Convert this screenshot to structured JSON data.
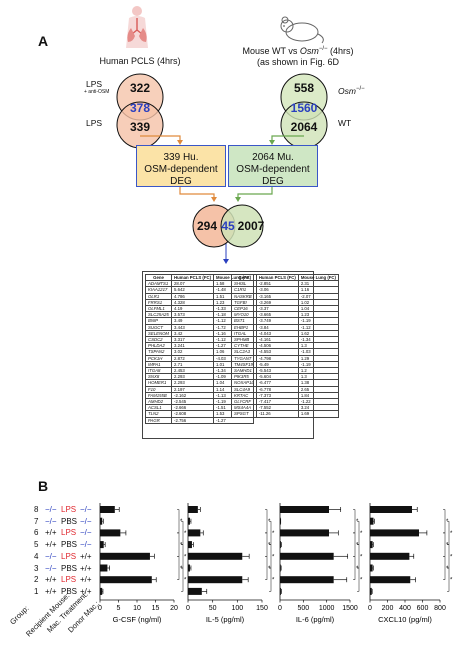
{
  "panel_a": {
    "label": "A",
    "human_title": "Human PCLS (4hrs)",
    "mouse_title_1": "Mouse WT vs ",
    "mouse_title_osm": "Osm",
    "mouse_title_sup": "−/−",
    "mouse_title_2": " (4hrs)",
    "mouse_title_line2": "(as shown in Fig. 6D",
    "human_venn": {
      "top": "322",
      "overlap": "378",
      "bottom": "339",
      "top_label": "LPS",
      "top_sub": "+ anti-OSM",
      "bottom_label": "LPS"
    },
    "mouse_venn": {
      "top": "558",
      "overlap": "1560",
      "bottom": "2064",
      "top_label": "Osm",
      "top_sup": "−/−",
      "bottom_label": "WT"
    },
    "box_human": {
      "line1": "339 Hu.",
      "line2": "OSM-dependent",
      "line3": "DEG"
    },
    "box_mouse": {
      "line1": "2064 Mu.",
      "line2": "OSM-dependent",
      "line3": "DEG"
    },
    "final_venn": {
      "left": "294",
      "overlap": "45",
      "right": "2007"
    },
    "table_headers": [
      "Gene",
      "Human PCLS (FC)",
      "Mouse Lung (FC)"
    ],
    "table_left": [
      [
        "ADAMTS1",
        "28.07",
        "1.58"
      ],
      [
        "KIAA1217",
        "5.642",
        "-1.48"
      ],
      [
        "OLR1",
        "4.786",
        "1.51"
      ],
      [
        "FRRS1",
        "4.328",
        "1.23"
      ],
      [
        "OLFML1",
        "4.19",
        "-1.33"
      ],
      [
        "SLC25A25",
        "3.573",
        "-1.18"
      ],
      [
        "BNIP",
        "3.49",
        "-1.12"
      ],
      [
        "SUGCT",
        "3.443",
        "-1.72"
      ],
      [
        "SELENOM",
        "3.42",
        "-1.16"
      ],
      [
        "CSDC2",
        "3.317",
        "-1.12"
      ],
      [
        "PHLDA2",
        "3.241",
        "-1.27"
      ],
      [
        "TSPAN2",
        "3.02",
        "1.06"
      ],
      [
        "PCK1H",
        "2.872",
        "-4.03"
      ],
      [
        "IMPA1",
        "2.71",
        "1.01"
      ],
      [
        "ITGA8",
        "2.453",
        "-1.34"
      ],
      [
        "SNX8",
        "2.293",
        "-1.09"
      ],
      [
        "HOMER1",
        "2.293",
        "1.04"
      ],
      [
        "F10",
        "2.197",
        "1.14"
      ],
      [
        "FAM155B",
        "-2.162",
        "-1.13"
      ],
      [
        "AMHD2",
        "-2.545",
        "-1.19"
      ],
      [
        "ACSL1",
        "-2.666",
        "-1.51"
      ],
      [
        "TLN2",
        "-2.608",
        "1.53"
      ],
      [
        "PAGR",
        "-2.756",
        "-1.27"
      ]
    ],
    "table_right": [
      [
        "SHISL",
        "-2.851",
        "2.31"
      ],
      [
        "C1RI1",
        "-3.06",
        "1.16"
      ],
      [
        "NASKRB",
        "-3.165",
        "-2.07"
      ],
      [
        "TGFBI",
        "-3.269",
        "1.02"
      ],
      [
        "CEP16",
        "-3.37",
        "1.04"
      ],
      [
        "MYO10",
        "-3.665",
        "1.23"
      ],
      [
        "BST1",
        "-3.749",
        "-1.19"
      ],
      [
        "EHBP1",
        "-3.84",
        "-1.12"
      ],
      [
        "ITGAL",
        "-4.043",
        "1.62"
      ],
      [
        "SPHMB",
        "-4.161",
        "-1.34"
      ],
      [
        "CYTHE",
        "-4.506",
        "1.3"
      ],
      [
        "SLC2A3",
        "-4.553",
        "-1.03"
      ],
      [
        "TYGANT",
        "-4.798",
        "1.29"
      ],
      [
        "TM4SF19",
        "-5.49",
        "-1.19"
      ],
      [
        "SAMHD1",
        "-5.543",
        "1.2"
      ],
      [
        "PIK3R5",
        "-5.604",
        "1.3"
      ],
      [
        "NOXAP1L",
        "-6.477",
        "1.38"
      ],
      [
        "SLC4A9",
        "-6.778",
        "2.65"
      ],
      [
        "KRTAC",
        "-7.373",
        "1.84"
      ],
      [
        "GLYCRF",
        "-7.417",
        "-1.22"
      ],
      [
        "MS4A4A",
        "-7.552",
        "3.24"
      ],
      [
        "SPSGT",
        "-11.26",
        "1.69"
      ]
    ]
  },
  "panel_b": {
    "label": "B",
    "row_labels": {
      "group": "Group:",
      "recipient": "Recipient Mouse:",
      "treatment": "Mac. Treatment:",
      "donor": "Donor Mac.:"
    },
    "rows": [
      {
        "group": "8",
        "recipient": "−/−",
        "treatment": "LPS",
        "donor": "−/−",
        "lps": true
      },
      {
        "group": "7",
        "recipient": "−/−",
        "treatment": "PBS",
        "donor": "−/−",
        "lps": false
      },
      {
        "group": "6",
        "recipient": "+/+",
        "treatment": "LPS",
        "donor": "−/−",
        "lps": true
      },
      {
        "group": "5",
        "recipient": "+/+",
        "treatment": "PBS",
        "donor": "−/−",
        "lps": false
      },
      {
        "group": "4",
        "recipient": "−/−",
        "treatment": "LPS",
        "donor": "+/+",
        "lps": true
      },
      {
        "group": "3",
        "recipient": "−/−",
        "treatment": "PBS",
        "donor": "+/+",
        "lps": false
      },
      {
        "group": "2",
        "recipient": "+/+",
        "treatment": "LPS",
        "donor": "+/+",
        "lps": true
      },
      {
        "group": "1",
        "recipient": "+/+",
        "treatment": "PBS",
        "donor": "+/+",
        "lps": false
      }
    ],
    "colors": {
      "lps": "#e0282f",
      "minus": "#2a3fbf",
      "bar": "#111111"
    }
  },
  "chart_data": [
    {
      "type": "bar",
      "orientation": "horizontal",
      "xlabel": "G-CSF (ng/ml)",
      "xlim": [
        0,
        20
      ],
      "ticks": [
        "0",
        "5",
        "10",
        "15",
        "20"
      ],
      "categories": [
        "8",
        "7",
        "6",
        "5",
        "4",
        "3",
        "2",
        "1"
      ],
      "values": [
        4,
        0.6,
        5.5,
        1,
        13.5,
        2,
        14,
        0.6
      ],
      "errors": [
        1.2,
        0.3,
        1.5,
        0.4,
        1.2,
        0.6,
        1.2,
        0.2
      ]
    },
    {
      "type": "bar",
      "orientation": "horizontal",
      "xlabel": "IL-5 (pg/ml)",
      "xlim": [
        0,
        150
      ],
      "ticks": [
        "0",
        "50",
        "100",
        "150"
      ],
      "categories": [
        "8",
        "7",
        "6",
        "5",
        "4",
        "3",
        "2",
        "1"
      ],
      "values": [
        20,
        4,
        25,
        8,
        110,
        4,
        110,
        28
      ],
      "errors": [
        5,
        2,
        6,
        3,
        14,
        2,
        12,
        10
      ]
    },
    {
      "type": "bar",
      "orientation": "horizontal",
      "xlabel": "IL-6 (pg/ml)",
      "xlim": [
        0,
        1500
      ],
      "ticks": [
        "0",
        "500",
        "1000",
        "1500"
      ],
      "categories": [
        "8",
        "7",
        "6",
        "5",
        "4",
        "3",
        "2",
        "1"
      ],
      "values": [
        1050,
        10,
        1050,
        20,
        1150,
        15,
        1150,
        20
      ],
      "errors": [
        250,
        5,
        200,
        10,
        300,
        10,
        280,
        10
      ]
    },
    {
      "type": "bar",
      "orientation": "horizontal",
      "xlabel": "CXCL10 (pg/ml)",
      "xlim": [
        0,
        800
      ],
      "ticks": [
        "0",
        "200",
        "400",
        "600",
        "800"
      ],
      "categories": [
        "8",
        "7",
        "6",
        "5",
        "4",
        "3",
        "2",
        "1"
      ],
      "values": [
        480,
        40,
        560,
        30,
        450,
        30,
        460,
        20
      ],
      "errors": [
        60,
        10,
        90,
        8,
        50,
        8,
        60,
        5
      ]
    }
  ]
}
